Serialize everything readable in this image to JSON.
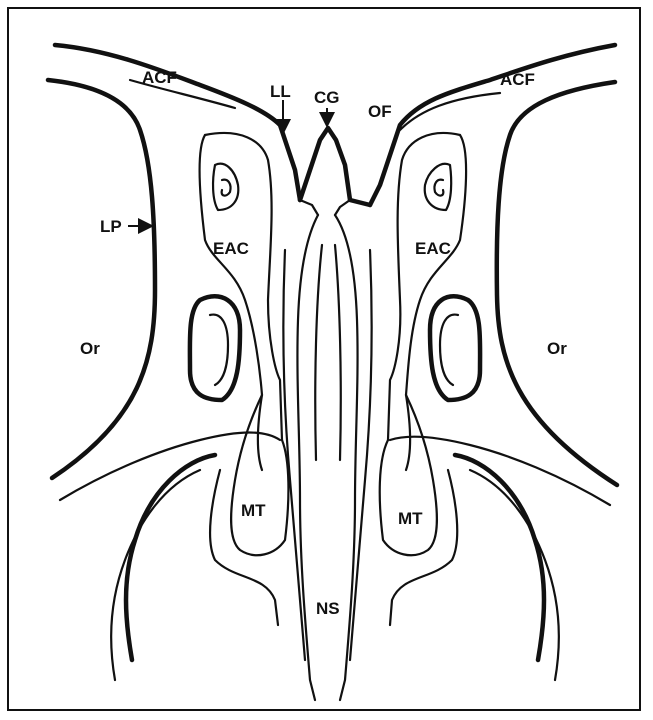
{
  "labels": {
    "acf_left": "ACF",
    "acf_right": "ACF",
    "ll": "LL",
    "cg": "CG",
    "of": "OF",
    "lp": "LP",
    "eac_left": "EAC",
    "eac_right": "EAC",
    "or_left": "Or",
    "or_right": "Or",
    "mt_left": "MT",
    "mt_right": "MT",
    "ns": "NS"
  }
}
